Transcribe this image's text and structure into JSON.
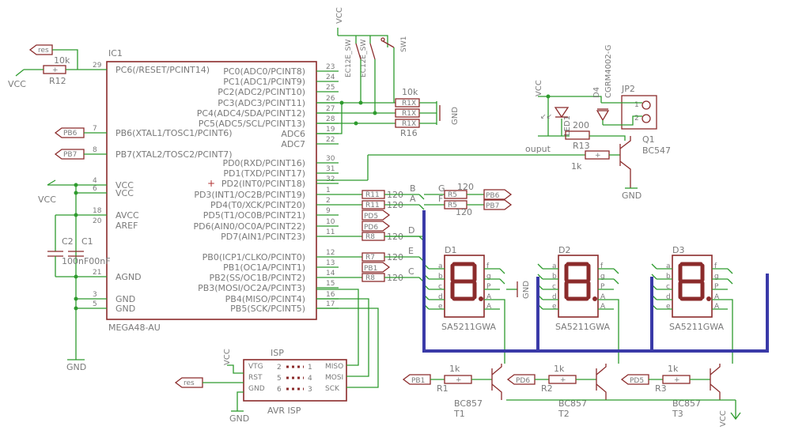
{
  "ic1": {
    "ref": "IC1",
    "part": "MEGA48-AU",
    "left_pins": [
      {
        "num": "29",
        "name": "PC6(/RESET/PCINT14)"
      },
      {
        "num": "7",
        "name": "PB6(XTAL1/TOSC1/PCINT6)"
      },
      {
        "num": "8",
        "name": "PB7(XTAL2/TOSC2/PCINT7)"
      },
      {
        "num": "4",
        "name": "VCC"
      },
      {
        "num": "6",
        "name": "VCC"
      },
      {
        "num": "18",
        "name": "AVCC"
      },
      {
        "num": "20",
        "name": "AREF"
      },
      {
        "num": "21",
        "name": "AGND"
      },
      {
        "num": "3",
        "name": "GND"
      },
      {
        "num": "5",
        "name": "GND"
      }
    ],
    "right_pins": [
      {
        "num": "23",
        "name": "PC0(ADC0/PCINT8)"
      },
      {
        "num": "24",
        "name": "PC1(ADC1/PCINT9)"
      },
      {
        "num": "25",
        "name": "PC2(ADC2/PCINT10)"
      },
      {
        "num": "26",
        "name": "PC3(ADC3/PCINT11)"
      },
      {
        "num": "27",
        "name": "PC4(ADC4/SDA/PCINT12)"
      },
      {
        "num": "28",
        "name": "PC5(ADC5/SCL/PCINT13)"
      },
      {
        "num": "19",
        "name": "ADC6"
      },
      {
        "num": "22",
        "name": "ADC7"
      },
      {
        "num": "30",
        "name": "PD0(RXD/PCINT16)"
      },
      {
        "num": "31",
        "name": "PD1(TXD/PCINT17)"
      },
      {
        "num": "32",
        "name": "PD2(INT0/PCINT18)"
      },
      {
        "num": "1",
        "name": "PD3(INT1/OC2B/PCINT19)"
      },
      {
        "num": "2",
        "name": "PD4(T0/XCK/PCINT20)"
      },
      {
        "num": "9",
        "name": "PD5(T1/OC0B/PCINT21)"
      },
      {
        "num": "10",
        "name": "PD6(AIN0/OC0A/PCINT22)"
      },
      {
        "num": "11",
        "name": "PD7(AIN1/PCINT23)"
      },
      {
        "num": "12",
        "name": "PB0(ICP1/CLKO/PCINT0)"
      },
      {
        "num": "13",
        "name": "PB1(OC1A/PCINT1)"
      },
      {
        "num": "14",
        "name": "PB2(SS/OC1B/PCINT2)"
      },
      {
        "num": "15",
        "name": "PB3(MOSI/OC2A/PCINT3)"
      },
      {
        "num": "16",
        "name": "PB4(MISO/PCINT4)"
      },
      {
        "num": "17",
        "name": "PB5(SCK/PCINT5)"
      }
    ]
  },
  "labels": {
    "vcc": "VCC",
    "gnd": "GND",
    "res": "res",
    "r12": "R12",
    "r12_val": "10k",
    "pb6": "PB6",
    "pb7": "PB7",
    "pd5": "PD5",
    "pd6": "PD6",
    "pb1": "PB1",
    "c1": "C1",
    "c2": "C2",
    "c_vals": "100nF00nF",
    "sw_a": "EC12E_SW",
    "sw_b": "EC12E_SW",
    "sw_c": "SW1",
    "r16": "R16",
    "r16_val": "10k",
    "seg_r_val": "120",
    "seg_letters": [
      "B",
      "A",
      "D",
      "E",
      "C",
      "G",
      "F"
    ],
    "led1": "LED1",
    "d4": "D4",
    "d4_part": "CGRM4002-G",
    "jp2": "JP2",
    "jp_pins": [
      "1",
      "2"
    ],
    "r_led_val": "200",
    "r_base_ref": "R13",
    "r_base_val": "1k",
    "ouput": "ouput",
    "q1": "Q1",
    "q1_part": "BC547",
    "isp_title": "ISP",
    "isp_footer": "AVR ISP",
    "isp_left": [
      "VTG",
      "RST",
      "GND"
    ],
    "isp_right": [
      "MISO",
      "MOSI",
      "SCK"
    ],
    "isp_nums_left": [
      "2",
      "5",
      "6"
    ],
    "isp_nums_right": [
      "1",
      "4",
      "3"
    ],
    "digit_refs": [
      "D1",
      "D2",
      "D3"
    ],
    "digit_part": "SA5211GWA",
    "seg_pins_left": [
      "a",
      "b",
      "c",
      "d",
      "e"
    ],
    "seg_pins_right": [
      "f",
      "g",
      "P",
      "A",
      "A"
    ],
    "t_res_refs": [
      "R1",
      "R2",
      "R3"
    ],
    "t_res_val": "1k",
    "t_refs": [
      "T1",
      "T2",
      "T3"
    ],
    "t_part": "BC857"
  }
}
